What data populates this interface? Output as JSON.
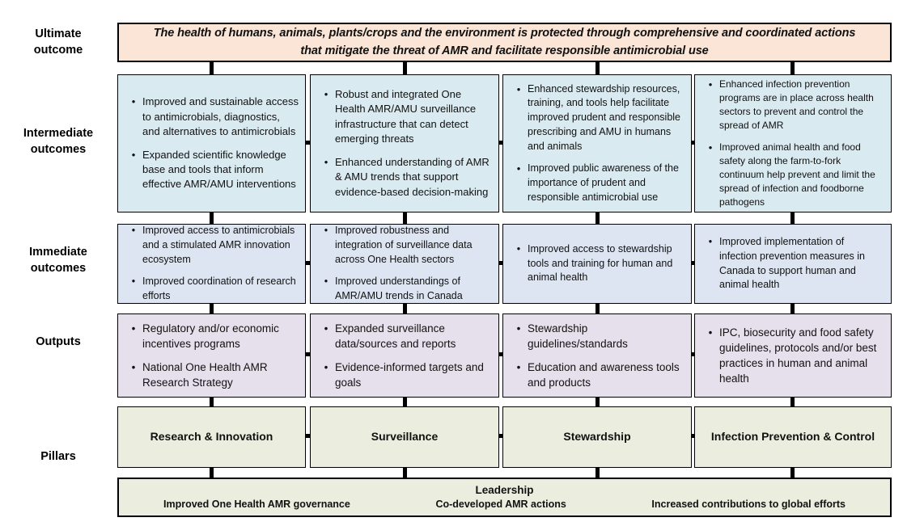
{
  "row_labels": {
    "ultimate": "Ultimate outcome",
    "intermediate": "Intermediate outcomes",
    "immediate": "Immediate outcomes",
    "outputs": "Outputs",
    "pillars": "Pillars"
  },
  "ultimate_outcome": "The health of humans, animals, plants/crops and the environment is protected through comprehensive and coordinated actions that mitigate the threat of AMR and facilitate responsible antimicrobial use",
  "pillars": [
    {
      "name": "Research & Innovation",
      "intermediate_outcomes": [
        "Improved and sustainable access to antimicrobials, diagnostics, and alternatives to antimicrobials",
        "Expanded scientific knowledge base and tools that inform effective AMR/AMU interventions"
      ],
      "immediate_outcomes": [
        "Improved access to antimicrobials and a stimulated AMR innovation ecosystem",
        "Improved coordination of research efforts"
      ],
      "outputs": [
        "Regulatory and/or economic incentives programs",
        "National One Health AMR Research Strategy"
      ]
    },
    {
      "name": "Surveillance",
      "intermediate_outcomes": [
        "Robust and integrated One Health AMR/AMU surveillance infrastructure that can detect emerging threats",
        "Enhanced understanding of AMR & AMU trends that support evidence-based decision-making"
      ],
      "immediate_outcomes": [
        "Improved robustness and integration of surveillance data across One Health sectors",
        "Improved understandings of AMR/AMU trends in Canada"
      ],
      "outputs": [
        "Expanded surveillance data/sources and reports",
        "Evidence-informed targets and goals"
      ]
    },
    {
      "name": "Stewardship",
      "intermediate_outcomes": [
        "Enhanced stewardship resources, training, and tools help facilitate improved prudent and responsible prescribing and AMU in humans and animals",
        "Improved public awareness of the importance of prudent and responsible antimicrobial use"
      ],
      "immediate_outcomes": [
        "Improved access to stewardship tools and training for human and animal health"
      ],
      "outputs": [
        "Stewardship guidelines/standards",
        "Education and awareness tools and products"
      ]
    },
    {
      "name": "Infection Prevention & Control",
      "intermediate_outcomes": [
        "Enhanced infection prevention programs are in place across health sectors to prevent and control the spread of AMR",
        "Improved animal health and food safety along the farm-to-fork continuum help prevent and limit the spread of infection and foodborne pathogens"
      ],
      "immediate_outcomes": [
        "Improved implementation of infection prevention measures in Canada to support human and animal health"
      ],
      "outputs": [
        "IPC, biosecurity and food safety guidelines, protocols and/or best practices in human and animal health"
      ]
    }
  ],
  "leadership": {
    "title": "Leadership",
    "items": [
      "Improved One Health AMR governance",
      "Co-developed AMR actions",
      "Increased contributions to global efforts"
    ]
  },
  "colors": {
    "ultimate_bg": "#FBE5D6",
    "intermediate_bg": "#DAEAF1",
    "immediate_bg": "#DCE5F1",
    "outputs_bg": "#E6E0EC",
    "pillars_bg": "#EBEEDE",
    "border": "#000000"
  }
}
